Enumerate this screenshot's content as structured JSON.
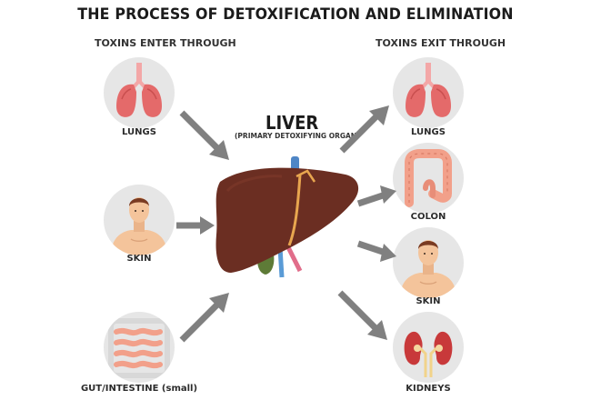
{
  "title": "THE PROCESS OF DETOXIFICATION AND ELIMINATION",
  "enter_heading": "TOXINS ENTER THROUGH",
  "exit_heading": "TOXINS EXIT THROUGH",
  "center": {
    "name": "LIVER",
    "subtitle": "(PRIMARY DETOXIFYING ORGAN)"
  },
  "entry": [
    {
      "label": "LUNGS",
      "icon": "lungs-icon"
    },
    {
      "label": "SKIN",
      "icon": "person-icon"
    },
    {
      "label": "GUT/INTESTINE (small)",
      "icon": "small-intestine-icon"
    }
  ],
  "exit": [
    {
      "label": "LUNGS",
      "icon": "lungs-icon"
    },
    {
      "label": "COLON",
      "icon": "colon-icon"
    },
    {
      "label": "SKIN",
      "icon": "person-icon"
    },
    {
      "label": "KIDNEYS",
      "icon": "kidneys-icon"
    }
  ],
  "colors": {
    "circle_bg": "#e6e6e6",
    "arrow": "#808080",
    "liver": "#6b2e22",
    "lung": "#e46a6a",
    "skin": "#f4c49b"
  }
}
